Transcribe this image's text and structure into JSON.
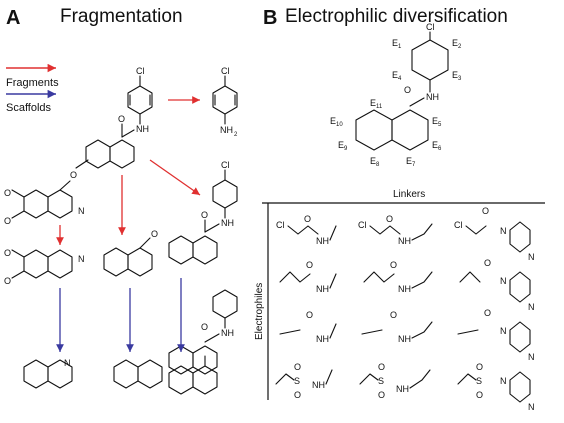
{
  "panel_a": {
    "letter": "A",
    "title": "Fragmentation"
  },
  "panel_b": {
    "letter": "B",
    "title": "Electrophilic diversification"
  },
  "legend": {
    "fragments": "Fragments",
    "scaffolds": "Scaffolds"
  },
  "atoms": {
    "cl": "Cl",
    "nh": "NH",
    "nh2": "NH",
    "h2": "2",
    "o": "O",
    "n": "N",
    "h": "H",
    "s": "S"
  },
  "electrophile_subs": [
    "E",
    "1",
    "2",
    "3",
    "4",
    "5",
    "6",
    "7",
    "8",
    "9",
    "10",
    "11"
  ],
  "table": {
    "linkers_label": "Linkers",
    "electrophiles_label": "Electrophiles"
  },
  "colors": {
    "fragments": "#e03030",
    "scaffolds": "#3a3aa0",
    "bonds": "#111111"
  }
}
